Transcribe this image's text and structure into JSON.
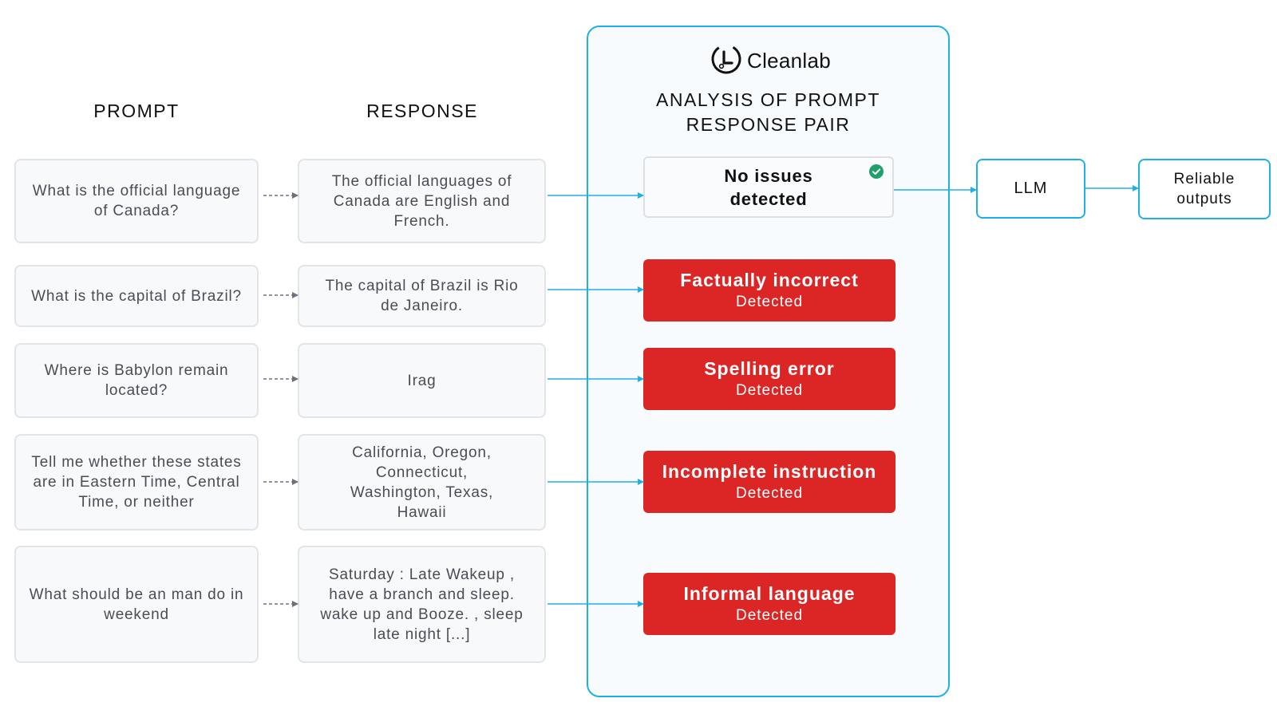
{
  "headers": {
    "prompt": "PROMPT",
    "response": "RESPONSE"
  },
  "panel": {
    "brand": "Cleanlab",
    "title_line1": "ANALYSIS OF PROMPT",
    "title_line2": "RESPONSE PAIR"
  },
  "rows": [
    {
      "prompt": "What is the official language of Canada?",
      "response": "The official languages of Canada are English and French.",
      "verdict": "No issues detected",
      "status": "ok"
    },
    {
      "prompt": "What is the capital of Brazil?",
      "response": "The capital of Brazil is Rio de Janeiro.",
      "verdict": "Factually incorrect",
      "detected": "Detected",
      "status": "issue"
    },
    {
      "prompt": "Where is Babylon remain located?",
      "response": "Irag",
      "verdict": "Spelling error",
      "detected": "Detected",
      "status": "issue"
    },
    {
      "prompt": "Tell me whether these states are in Eastern Time, Central Time, or neither",
      "response": "California, Oregon, Connecticut, Washington, Texas, Hawaii",
      "verdict": "Incomplete instruction",
      "detected": "Detected",
      "status": "issue"
    },
    {
      "prompt": "What should be an man do in weekend",
      "response": "Saturday : Late Wakeup , have a branch and sleep. wake up and Booze. , sleep late night [...]",
      "verdict": "Informal language",
      "detected": "Detected",
      "status": "issue"
    }
  ],
  "outputs": {
    "llm": "LLM",
    "reliable": "Reliable outputs"
  },
  "colors": {
    "accent": "#1fb0e6",
    "issue": "#dc2626",
    "ok": "#22a06b",
    "box_border": "#e2e4e8",
    "dashed_arrow": "#6b7280"
  },
  "icons": {
    "logo": "cleanlab-logo-icon",
    "ok_badge": "check-circle-icon"
  }
}
